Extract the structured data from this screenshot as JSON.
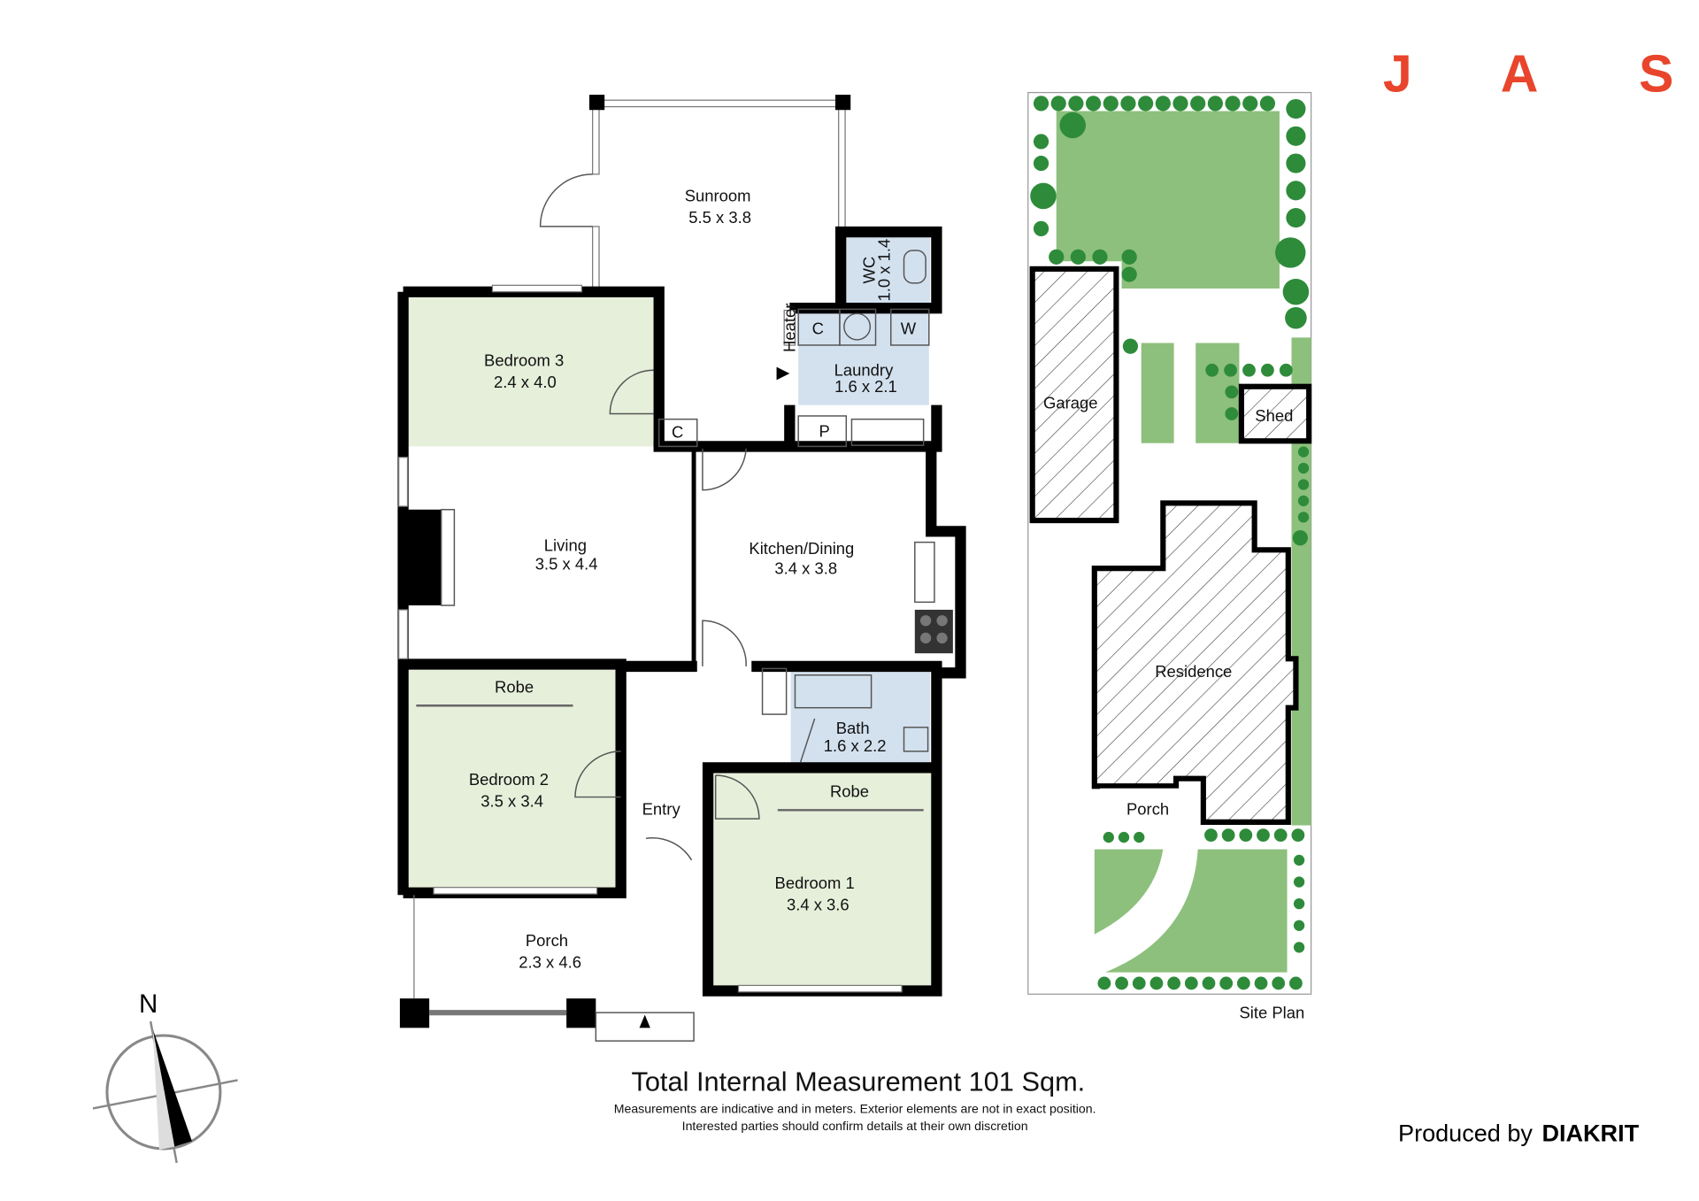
{
  "brand": {
    "letters": [
      "J",
      "A",
      "S"
    ],
    "color": "#e8452c"
  },
  "floor_plan": {
    "rooms": {
      "sunroom": {
        "name": "Sunroom",
        "size": "5.5 x 3.8"
      },
      "bedroom3": {
        "name": "Bedroom 3",
        "size": "2.4 x 4.0"
      },
      "wc": {
        "name": "WC",
        "size": "1.0 x 1.4"
      },
      "laundry": {
        "name": "Laundry",
        "size": "1.6 x 2.1"
      },
      "living": {
        "name": "Living",
        "size": "3.5 x 4.4"
      },
      "kitchen": {
        "name": "Kitchen/Dining",
        "size": "3.4 x 3.8"
      },
      "bedroom2": {
        "name": "Bedroom 2",
        "size": "3.5 x 3.4"
      },
      "bath": {
        "name": "Bath",
        "size": "1.6 x 2.2"
      },
      "bedroom1": {
        "name": "Bedroom 1",
        "size": "3.4 x 3.6"
      },
      "porch": {
        "name": "Porch",
        "size": "2.3 x 4.6"
      }
    },
    "labels": {
      "robe_bed2": "Robe",
      "robe_bed1": "Robe",
      "entry": "Entry",
      "cupboard_laundry": "C",
      "washer": "W",
      "cupboard_bed3": "C",
      "pantry": "P",
      "heater": "Heater"
    }
  },
  "site_plan": {
    "title": "Site Plan",
    "labels": {
      "garage": "Garage",
      "shed": "Shed",
      "residence": "Residence",
      "porch": "Porch"
    }
  },
  "compass": {
    "north": "N"
  },
  "footer": {
    "total": "Total Internal Measurement 101 Sqm.",
    "disclaimer1": "Measurements are indicative and in meters. Exterior elements are not in exact position.",
    "disclaimer2": "Interested parties should confirm details at their own discretion",
    "produced_by": "Produced by",
    "producer": "DIAKRIT"
  },
  "colors": {
    "bedroom": "#e6efda",
    "wet": "#d3e1ef",
    "lawn": "#8dc07c",
    "hedge": "#2e8b3a"
  }
}
